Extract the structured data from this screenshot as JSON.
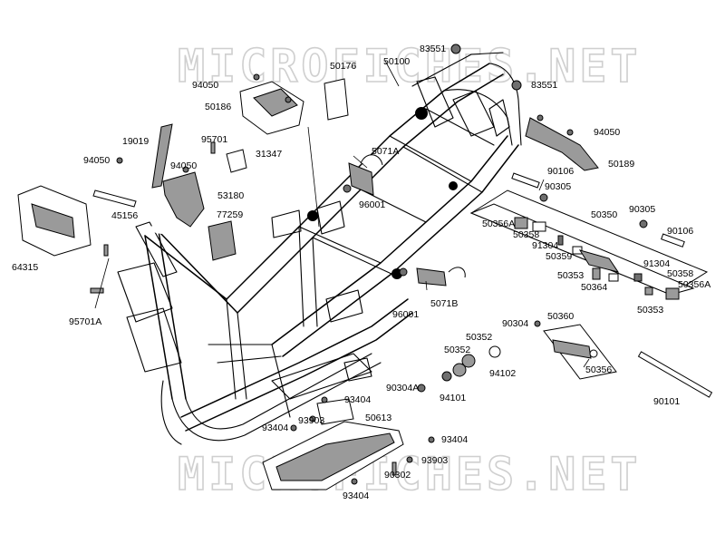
{
  "watermark": "MICROFICHES.NET",
  "labels": [
    "83551",
    "50100",
    "83551",
    "50176",
    "94050",
    "50186",
    "19019",
    "95701",
    "31347",
    "5071A",
    "94050",
    "94050",
    "53180",
    "96001",
    "45156",
    "77259",
    "64315",
    "95701A",
    "96001",
    "5071B",
    "94050",
    "50189",
    "90106",
    "90305",
    "90305",
    "50350",
    "90106",
    "50356A",
    "50358",
    "91304",
    "50359",
    "91304",
    "50358",
    "50353",
    "50364",
    "50356A",
    "50353",
    "90304",
    "50360",
    "50352",
    "50352",
    "94102",
    "90304A",
    "94101",
    "50356",
    "93404",
    "93903",
    "50613",
    "93404",
    "93404",
    "93903",
    "90302",
    "90101",
    "93404"
  ]
}
